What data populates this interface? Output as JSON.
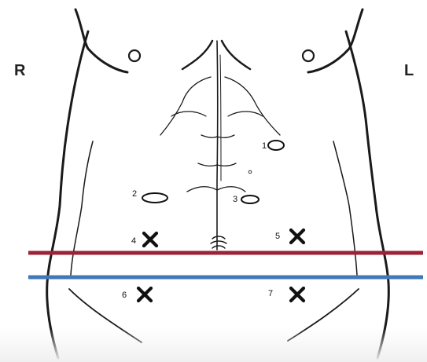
{
  "labels": {
    "right_side": "R",
    "left_side": "L"
  },
  "colors": {
    "outline": "#1a1a1a",
    "upper_line": "#9b2335",
    "lower_line": "#3f79b7",
    "marks": "#111111"
  },
  "sites": [
    {
      "number": "1",
      "marker": "circle"
    },
    {
      "number": "2",
      "marker": "circle"
    },
    {
      "number": "3",
      "marker": "circle"
    },
    {
      "number": "4",
      "marker": "cross"
    },
    {
      "number": "5",
      "marker": "cross"
    },
    {
      "number": "6",
      "marker": "cross"
    },
    {
      "number": "7",
      "marker": "cross"
    }
  ]
}
